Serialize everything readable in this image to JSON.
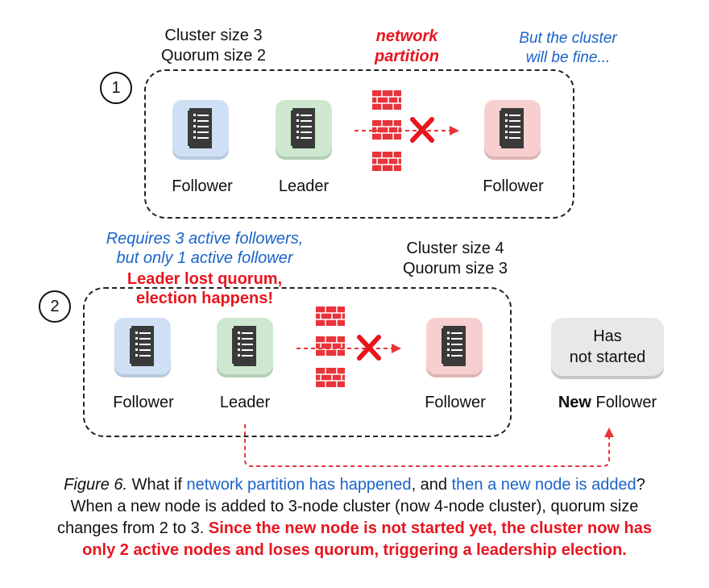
{
  "section1": {
    "number": "1",
    "cluster_size": "Cluster size 3",
    "quorum_size": "Quorum size 2",
    "partition_line1": "network",
    "partition_line2": "partition",
    "note_line1": "But the cluster",
    "note_line2": "will be fine...",
    "nodes": [
      {
        "label": "Follower",
        "color": "#cfe0f5"
      },
      {
        "label": "Leader",
        "color": "#cde8cf"
      },
      {
        "label": "Follower",
        "color": "#f8cfd0"
      }
    ]
  },
  "section2": {
    "number": "2",
    "requires_line1": "Requires 3 active followers,",
    "requires_line2": "but only 1 active follower",
    "lost_line1": "Leader lost quorum,",
    "lost_line2": "election happens!",
    "cluster_size": "Cluster size 4",
    "quorum_size": "Quorum size 3",
    "nodes": [
      {
        "label": "Follower",
        "color": "#cfe0f5"
      },
      {
        "label": "Leader",
        "color": "#cde8cf"
      },
      {
        "label": "Follower",
        "color": "#f8cfd0"
      }
    ],
    "new_node": {
      "status_line1": "Has",
      "status_line2": "not started",
      "label_bold": "New",
      "label_rest": " Follower"
    }
  },
  "caption": {
    "figure": "Figure 6.",
    "part1": " What if ",
    "part2": "network partition has happened",
    "part3": ", and ",
    "part4": "then a new node is added",
    "part5": "?",
    "line2": "When a new node is added to 3-node cluster (now 4-node cluster), quorum size",
    "line3a": "changes from 2 to 3. ",
    "line3b": "Since the new node is not started yet, the cluster now has",
    "line4": "only 2 active nodes and loses quorum, triggering a leadership election."
  },
  "colors": {
    "red": "#e8151f",
    "blue": "#1a63c9",
    "wall": "#e8343a",
    "follower_blue": "#cfe0f5",
    "leader_green": "#cde8cf",
    "follower_red": "#f8cfd0",
    "not_started_grey": "#e8e8e8"
  },
  "icons": [
    "server-icon",
    "brick-wall-icon",
    "x-mark-icon",
    "arrow-icon"
  ]
}
